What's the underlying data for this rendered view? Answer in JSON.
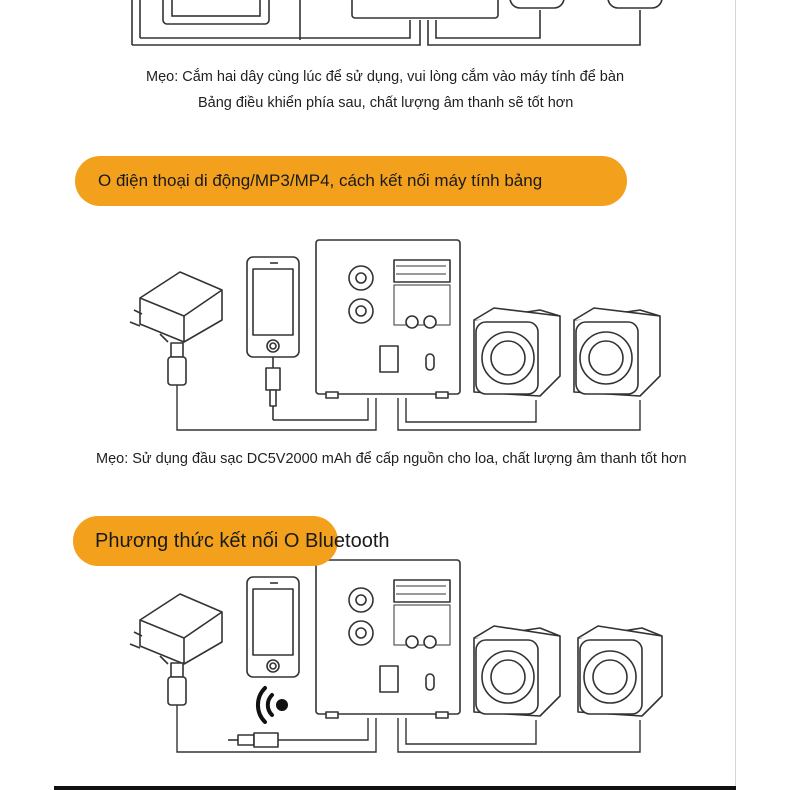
{
  "top_note": {
    "line1": "Mẹo: Cắm hai dây cùng lúc để sử dụng, vui lòng cắm vào máy tính để bàn",
    "line2": "Bảng điều khiển phía sau, chất lượng âm thanh sẽ tốt hơn"
  },
  "section_phone": {
    "title": "O điện thoại di động/MP3/MP4, cách kết nối máy tính bảng",
    "tip": "Mẹo: Sử dụng đầu sạc DC5V2000 mAh để cấp nguồn cho loa, chất lượng âm thanh tốt hơn"
  },
  "section_bluetooth": {
    "title": "Phương thức kết nối O Bluetooth"
  },
  "colors": {
    "accent": "#f3a11d",
    "line": "#333333"
  },
  "icons": [
    "power-adapter-icon",
    "usb-plug-icon",
    "smartphone-icon",
    "audio-jack-icon",
    "subwoofer-unit-icon",
    "speaker-icon",
    "bluetooth-signal-icon"
  ]
}
